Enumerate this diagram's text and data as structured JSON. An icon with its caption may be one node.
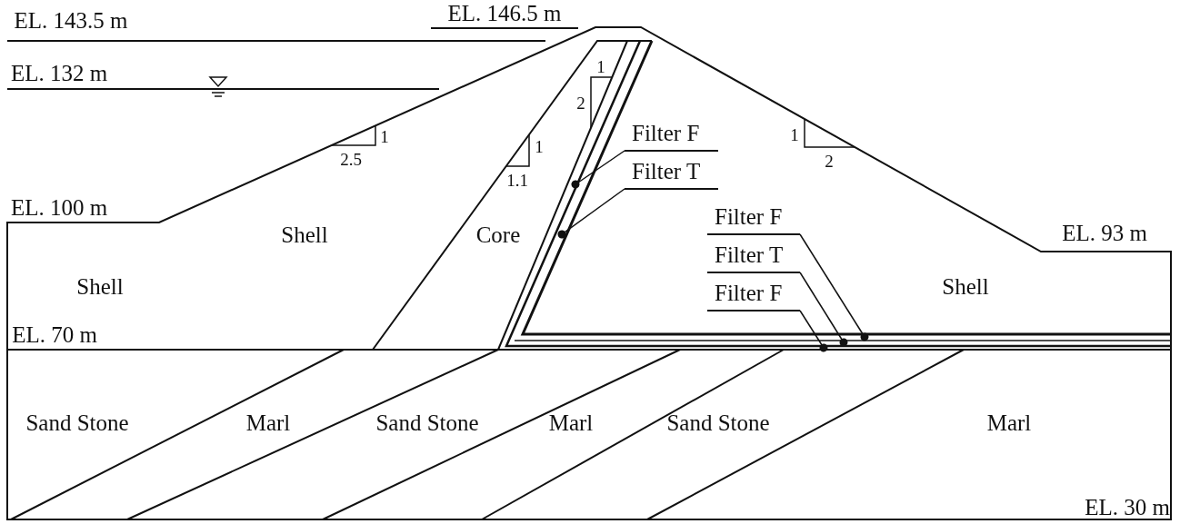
{
  "diagram": {
    "nodes": [
      {
        "text": [
          "Filter F"
        ]
      },
      {
        "text": [
          "Filter T"
        ]
      },
      {
        "text": [
          "Filter F"
        ]
      },
      {
        "text": [
          "Filter T"
        ]
      },
      {
        "text": [
          "Filter F"
        ]
      }
    ],
    "edges": [
      {
        "from": 0,
        "to": null,
        "arrow": "other"
      },
      {
        "from": 1,
        "to": null,
        "arrow": "other"
      },
      {
        "from": 2,
        "to": null,
        "arrow": "other"
      },
      {
        "from": 3,
        "to": null,
        "arrow": "other"
      },
      {
        "from": 4,
        "to": null,
        "arrow": "other"
      }
    ],
    "labels": [
      "EL. 146.5 m",
      "EL. 143.5 m",
      "EL. 132 m",
      "1",
      "2",
      "1",
      "1",
      "1",
      "2.5",
      "1.1",
      "2",
      "EL. 100 m",
      "Shell",
      "Core",
      "EL. 93 m",
      "Shell",
      "Shell",
      "EL. 70 m",
      "Sand Stone",
      "Marl",
      "Sand Stone",
      "Marl",
      "Sand Stone",
      "Marl",
      "EL. 30 m"
    ]
  }
}
